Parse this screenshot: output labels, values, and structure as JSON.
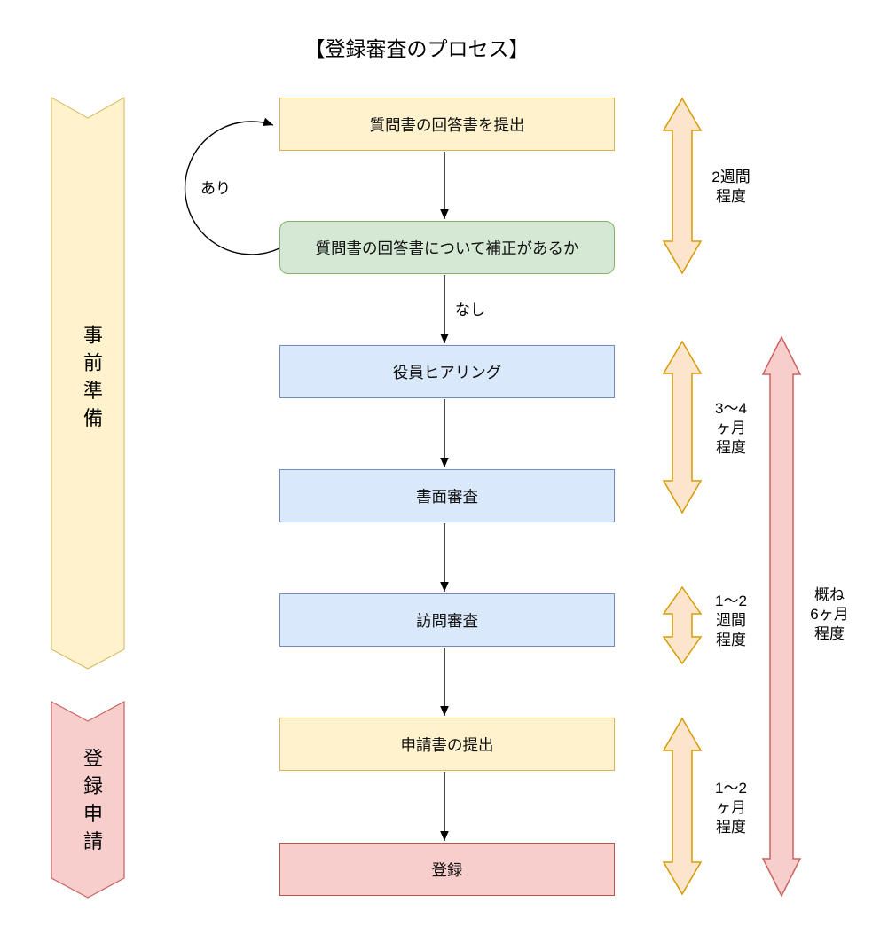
{
  "title": "【登録審査のプロセス】",
  "phases": [
    {
      "label": "事前準備"
    },
    {
      "label": "登録申請"
    }
  ],
  "steps": [
    {
      "label": "質問書の回答書を提出"
    },
    {
      "label": "質問書の回答書について補正があるか"
    },
    {
      "label": "役員ヒアリング"
    },
    {
      "label": "書面審査"
    },
    {
      "label": "訪問審査"
    },
    {
      "label": "申請書の提出"
    },
    {
      "label": "登録"
    }
  ],
  "branch_labels": {
    "loop": "あり",
    "next": "なし"
  },
  "durations": [
    {
      "lines": [
        "2週間",
        "程度"
      ]
    },
    {
      "lines": [
        "3〜4",
        "ヶ月",
        "程度"
      ]
    },
    {
      "lines": [
        "1〜2",
        "週間",
        "程度"
      ]
    },
    {
      "lines": [
        "1〜2",
        "ヶ月",
        "程度"
      ]
    }
  ],
  "overall_duration": {
    "lines": [
      "概ね",
      "6ヶ月",
      "程度"
    ]
  },
  "colors": {
    "yellow_fill": "#FFF2CC",
    "yellow_stroke": "#D6B656",
    "green_fill": "#D5E8D4",
    "green_stroke": "#82B366",
    "blue_fill": "#DAE8FC",
    "blue_stroke": "#6C8EBF",
    "red_fill": "#F8CECC",
    "red_stroke": "#B85450",
    "orange_fill": "#FCE5CD",
    "orange_stroke": "#D79B00",
    "pink_fill": "#F8CECC",
    "pink_stroke": "#C9625E",
    "connector": "#000000"
  }
}
